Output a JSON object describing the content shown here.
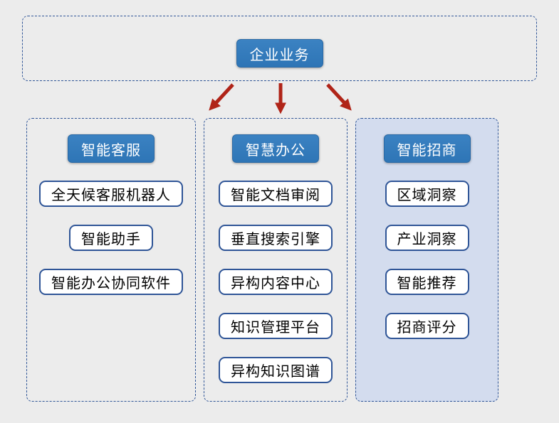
{
  "root": {
    "label": "企业业务"
  },
  "columns": [
    {
      "header": "智能客服",
      "items": [
        "全天候客服机器人",
        "智能助手",
        "智能办公协同软件"
      ],
      "highlighted": false
    },
    {
      "header": "智慧办公",
      "items": [
        "智能文档审阅",
        "垂直搜索引擎",
        "异构内容中心",
        "知识管理平台",
        "异构知识图谱"
      ],
      "highlighted": false
    },
    {
      "header": "智能招商",
      "items": [
        "区域洞察",
        "产业洞察",
        "智能推荐",
        "招商评分"
      ],
      "highlighted": true
    }
  ],
  "arrows": {
    "count": 3,
    "direction": "down"
  },
  "colors": {
    "canvas_bg": "#ececec",
    "line_blue": "#2F5597",
    "accent_blue": "#2E75B6",
    "arrow_red": "#B02418",
    "highlight_bg": "#D3DCEE"
  }
}
